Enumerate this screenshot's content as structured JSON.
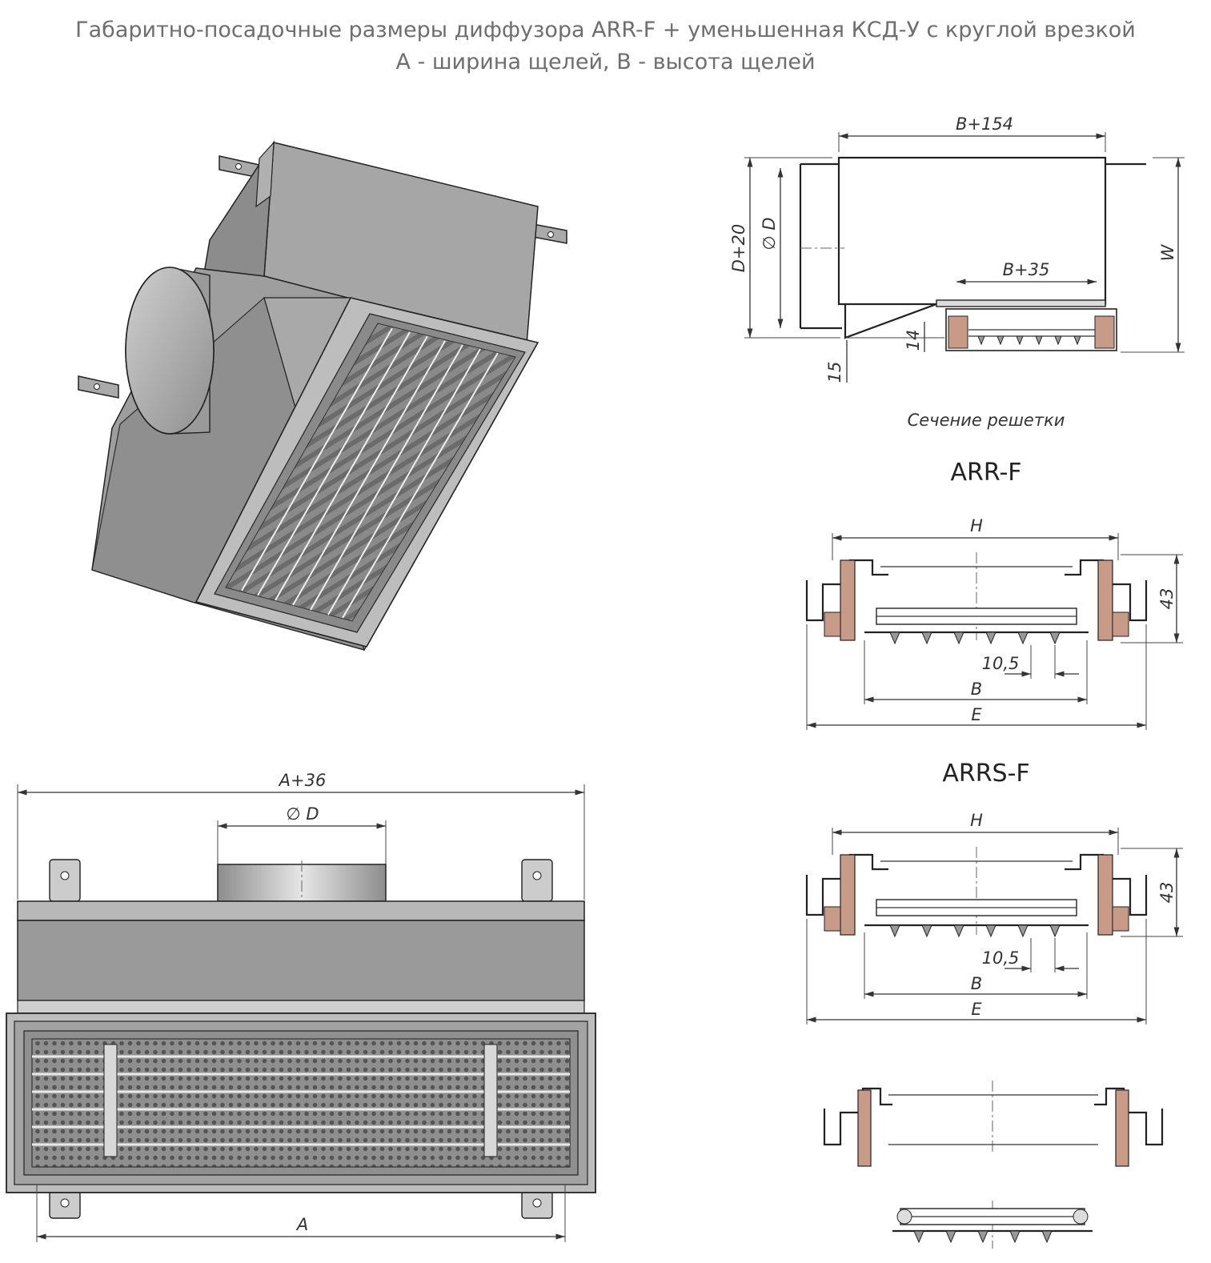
{
  "title": {
    "line1": "Габаритно-посадочные размеры диффузора ARR-F + уменьшенная КСД-У с круглой врезкой",
    "line2": "А - ширина щелей, В - высота щелей"
  },
  "section_view": {
    "dim_top": "B+154",
    "dim_inner": "B+35",
    "dim_left_outer": "D+20",
    "dim_left_inner": "D",
    "dim_right": "W",
    "dim_14": "14",
    "dim_15": "15",
    "caption": "Сечение решетки"
  },
  "arr_f": {
    "label": "ARR-F",
    "dim_h": "H",
    "dim_43": "43",
    "dim_slot": "10,5",
    "dim_b": "B",
    "dim_e": "E"
  },
  "arrs_f": {
    "label": "ARRS-F",
    "dim_h": "H",
    "dim_43": "43",
    "dim_slot": "10,5",
    "dim_b": "B",
    "dim_e": "E"
  },
  "front_view": {
    "dim_top": "A+36",
    "dim_diam": "D",
    "dim_bottom": "A"
  },
  "colors": {
    "title_gray": "#6e6e6e",
    "metal": "#9a9a9a",
    "grille_frame": "#b5b5b5",
    "hatch": "#c89a88"
  }
}
